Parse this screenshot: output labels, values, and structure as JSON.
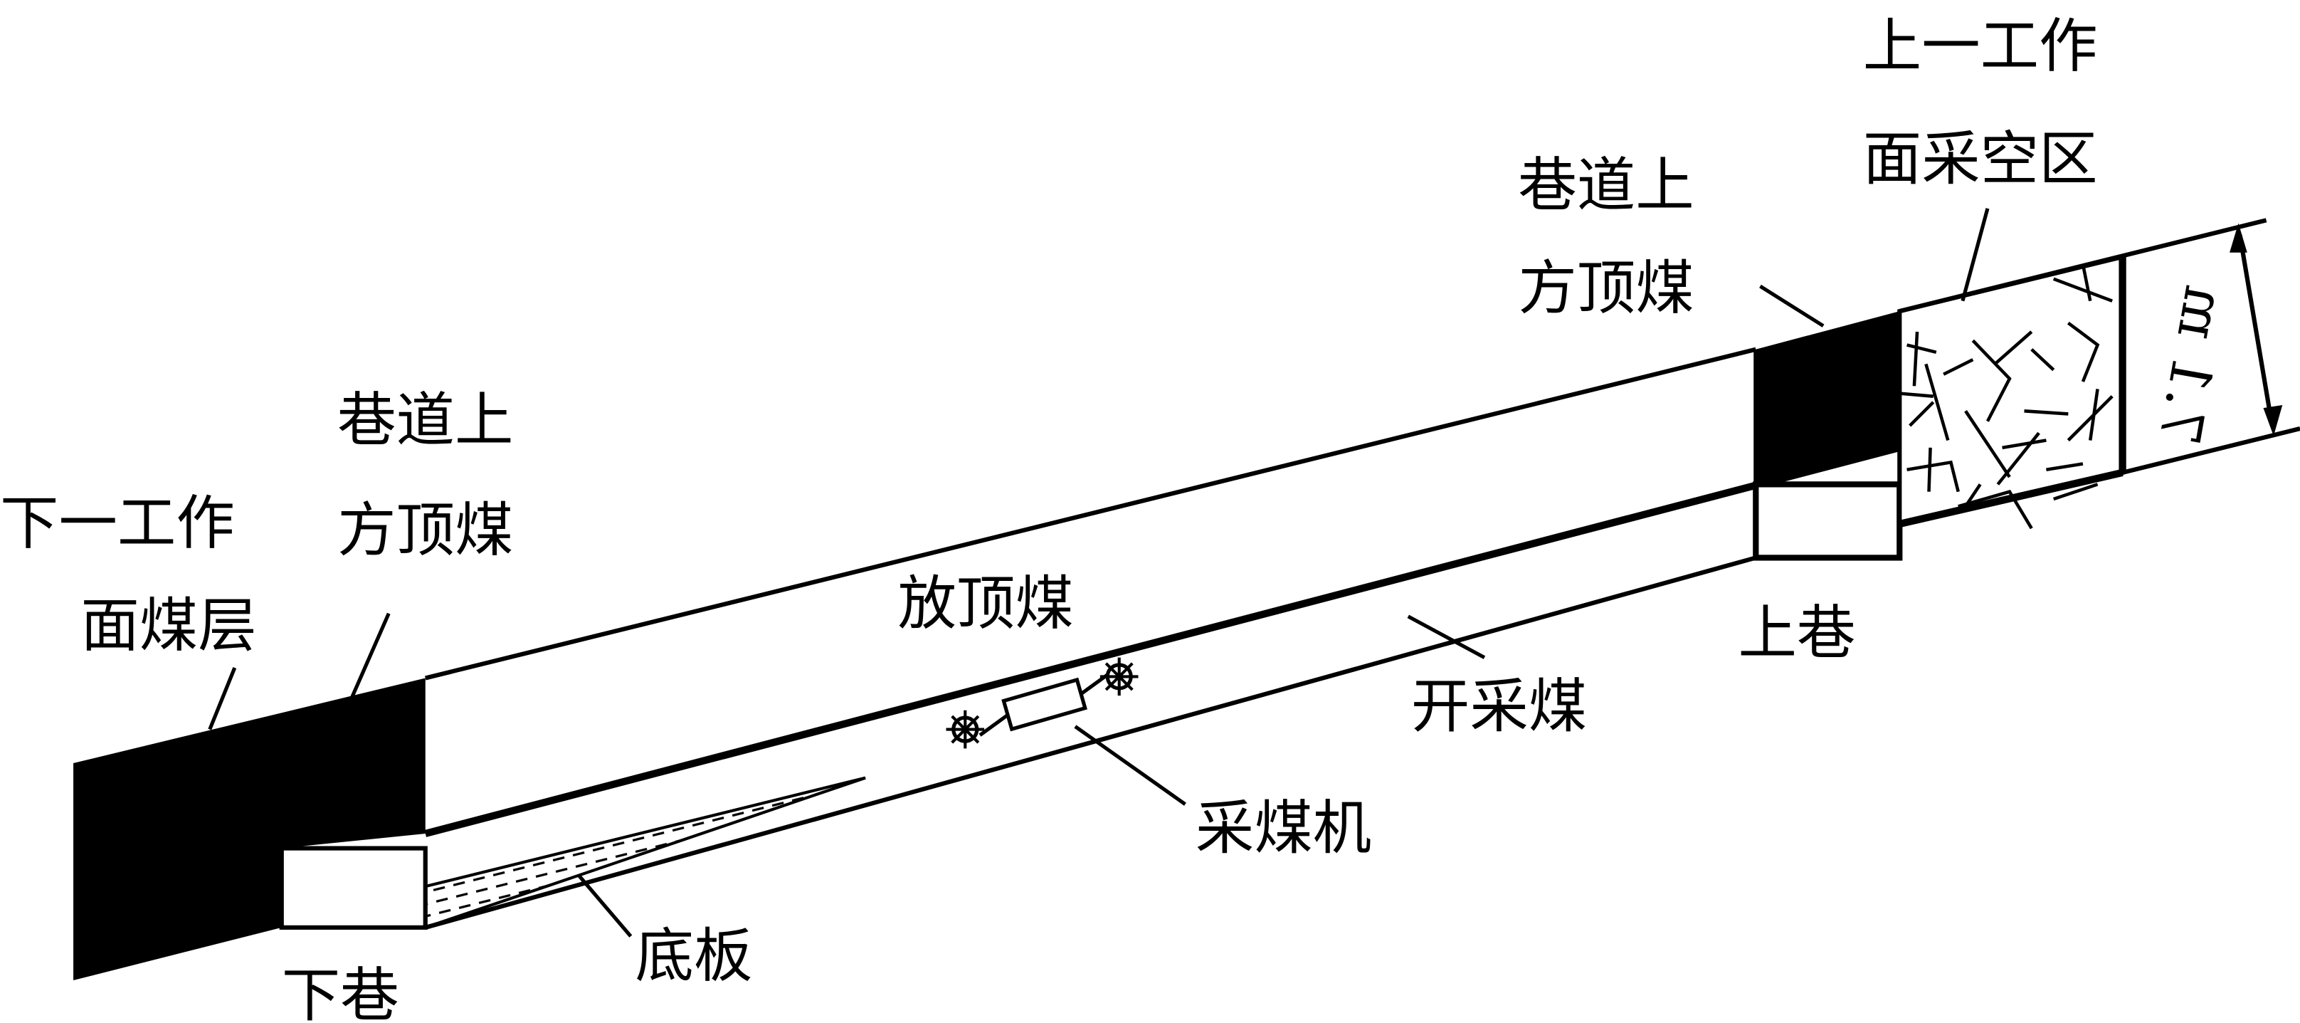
{
  "labels": {
    "next_face_seam_1": "下一工作",
    "next_face_seam_2": "面煤层",
    "left_top_coal_1": "巷道上",
    "left_top_coal_2": "方顶煤",
    "caving_coal": "放顶煤",
    "mined_coal": "开采煤",
    "shearer": "采煤机",
    "floor": "底板",
    "lower_roadway": "下巷",
    "upper_roadway": "上巷",
    "right_top_coal_1": "巷道上",
    "right_top_coal_2": "方顶煤",
    "goaf_1": "上一工作",
    "goaf_2": "面采空区",
    "thickness": "7.1 m"
  }
}
